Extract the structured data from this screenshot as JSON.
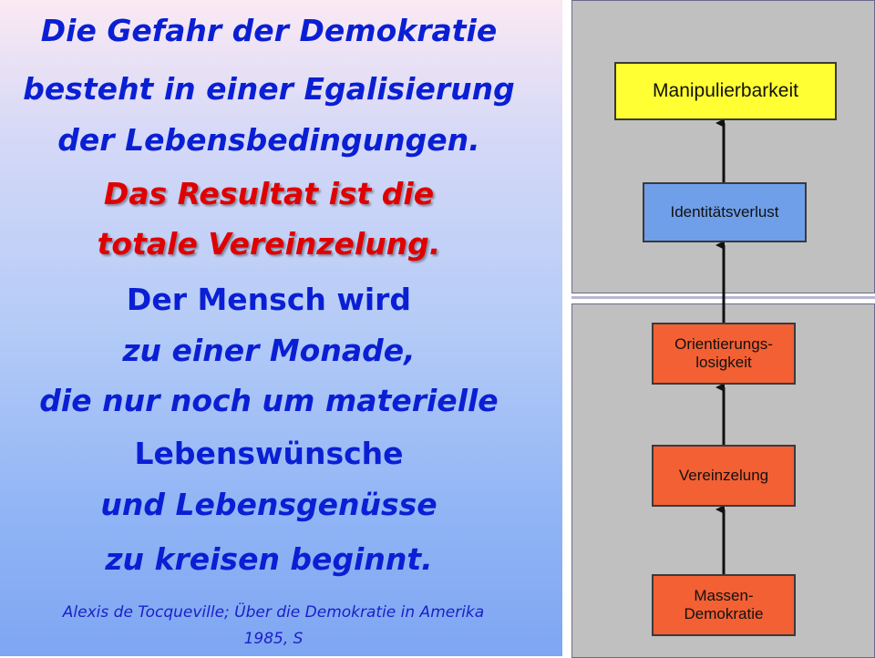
{
  "quote": {
    "line1": "Die Gefahr der Demokratie",
    "line2": "besteht in einer Egalisierung",
    "line3": "der Lebensbedingungen.",
    "line4": "Das Resultat ist die",
    "line5": "totale Vereinzelung.",
    "line6": "Der Mensch wird",
    "line7": "zu einer Monade,",
    "line8": "die nur noch um materielle",
    "line9": "Lebenswünsche",
    "line10": "und Lebensgenüsse",
    "line11": "zu kreisen beginnt."
  },
  "citation": {
    "line1": "Alexis de Tocqueville; Über die Demokratie in Amerika",
    "line2": "1985, S"
  },
  "diagram": {
    "boxes": {
      "manipulierbarkeit": "Manipulierbarkeit",
      "identitaetsverlust": "Identitätsverlust",
      "orientierung_line1": "Orientierungs-",
      "orientierung_line2": "losigkeit",
      "vereinzelung": "Vereinzelung",
      "masse_line1": "Massen-",
      "masse_line2": "Demokratie"
    },
    "colors": {
      "yellow": "#ffff33",
      "blue": "#6f9fe8",
      "orange": "#f26033",
      "panel": "#c0c0c0"
    }
  }
}
